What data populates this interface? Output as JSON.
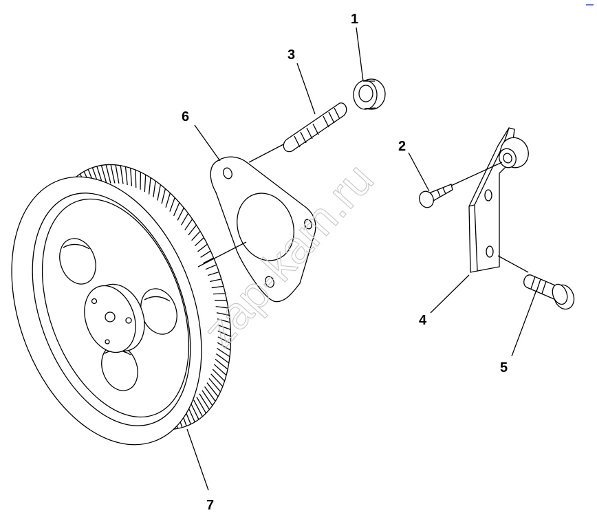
{
  "diagram": {
    "watermark": "zap-kam.ru",
    "callouts": [
      {
        "id": "1",
        "label": "1"
      },
      {
        "id": "2",
        "label": "2"
      },
      {
        "id": "3",
        "label": "3"
      },
      {
        "id": "4",
        "label": "4"
      },
      {
        "id": "5",
        "label": "5"
      },
      {
        "id": "6",
        "label": "6"
      },
      {
        "id": "7",
        "label": "7"
      }
    ]
  },
  "colors": {
    "line": "#000000",
    "background": "#ffffff",
    "watermark": "#c9c9c9",
    "corner_mark": "#1f4fd8"
  }
}
